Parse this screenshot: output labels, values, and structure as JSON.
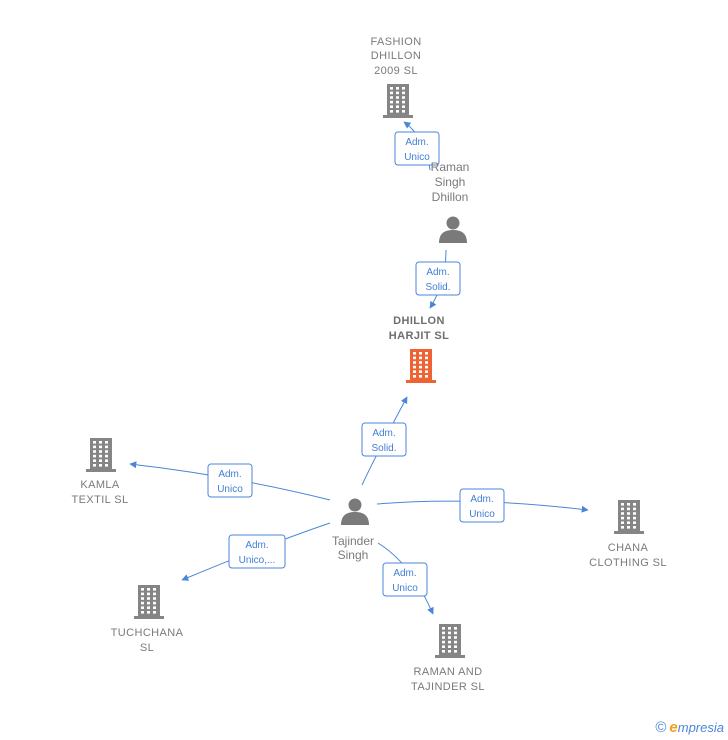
{
  "colors": {
    "company": "#858585",
    "company_main": "#ee6334",
    "person": "#7a7a7a",
    "edge": "#4a86d8"
  },
  "nodes": {
    "fashion_dhillon": {
      "lines": [
        "FASHION",
        "DHILLON",
        "2009  SL"
      ],
      "type": "company"
    },
    "raman_singh_dhillon": {
      "lines": [
        "Raman",
        "Singh",
        "Dhillon"
      ],
      "type": "person"
    },
    "dhillon_harjit": {
      "lines": [
        "DHILLON",
        "HARJIT  SL"
      ],
      "type": "company_main"
    },
    "kamla_textil": {
      "lines": [
        "KAMLA",
        "TEXTIL  SL"
      ],
      "type": "company"
    },
    "tajinder_singh": {
      "lines": [
        "Tajinder",
        "Singh"
      ],
      "type": "person"
    },
    "chana_clothing": {
      "lines": [
        "CHANA",
        "CLOTHING  SL"
      ],
      "type": "company"
    },
    "tuchchana": {
      "lines": [
        "TUCHCHANA",
        "SL"
      ],
      "type": "company"
    },
    "raman_and_tajinder": {
      "lines": [
        "RAMAN AND",
        "TAJINDER SL"
      ],
      "type": "company"
    }
  },
  "edges": {
    "raman_to_fashion": {
      "lines": [
        "Adm.",
        "Unico"
      ]
    },
    "raman_to_dhillon": {
      "lines": [
        "Adm.",
        "Solid."
      ]
    },
    "tajinder_to_dhillon": {
      "lines": [
        "Adm.",
        "Solid."
      ]
    },
    "tajinder_to_kamla": {
      "lines": [
        "Adm.",
        "Unico"
      ]
    },
    "tajinder_to_chana": {
      "lines": [
        "Adm.",
        "Unico"
      ]
    },
    "tajinder_to_tuchchana": {
      "lines": [
        "Adm.",
        "Unico,..."
      ]
    },
    "tajinder_to_raman_tajinder": {
      "lines": [
        "Adm.",
        "Unico"
      ]
    }
  },
  "footer": {
    "copyright_symbol": "©",
    "brand_initial": "e",
    "brand_rest": "mpresia"
  }
}
